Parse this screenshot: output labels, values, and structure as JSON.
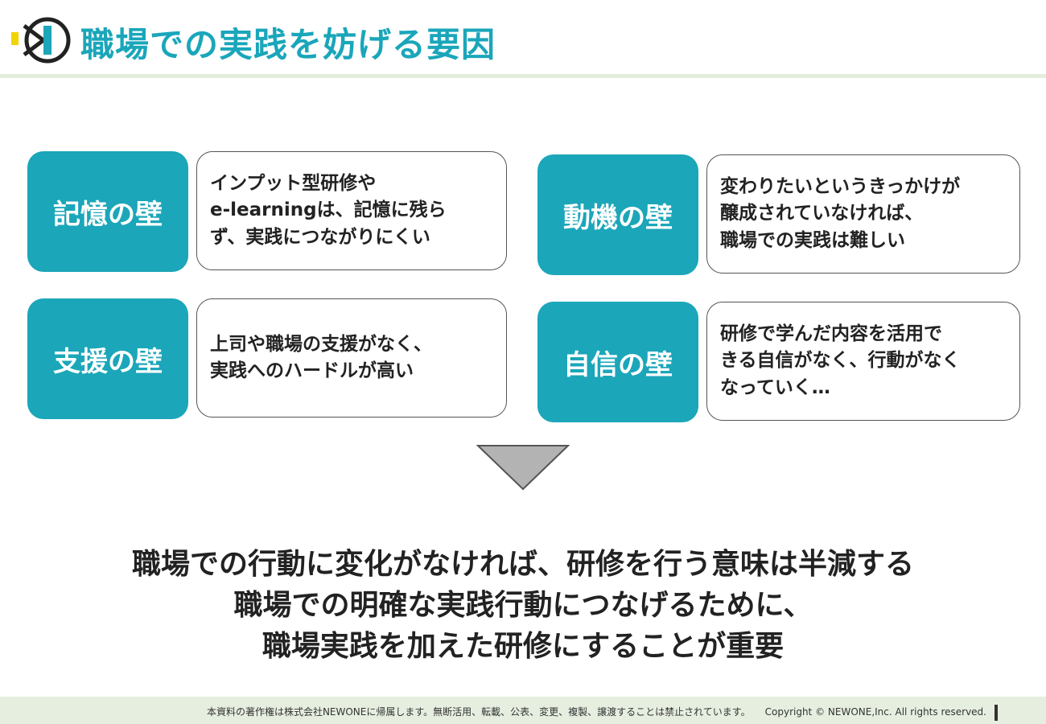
{
  "header": {
    "title": "職場での実践を妨げる要因"
  },
  "walls": [
    {
      "label": "記憶の壁",
      "text": "インプット型研修や\ne-learningは、記憶に残ら\nず、実践につながりにくい"
    },
    {
      "label": "動機の壁",
      "text": "変わりたいというきっかけが\n醸成されていなければ、\n職場での実践は難しい"
    },
    {
      "label": "支援の壁",
      "text": "上司や職場の支援がなく、\n実践へのハードルが高い"
    },
    {
      "label": "自信の壁",
      "text": "研修で学んだ内容を活用で\nきる自信がなく、行動がなく\nなっていく…"
    }
  ],
  "conclusion": {
    "line1": "職場での行動に変化がなければ、研修を行う意味は半減する",
    "line2": "職場での明確な実践行動につなげるために、",
    "line3": "職場実践を加えた研修にすることが重要"
  },
  "footer": {
    "notice": "本資料の著作権は株式会社NEWONEに帰属します。無断活用、転載、公表、変更、複製、譲渡することは禁止されています。",
    "copyright": "Copyright © NEWONE,Inc.  All rights reserved."
  },
  "colors": {
    "accent": "#1ba6b9",
    "footer_bg": "#e6eee0",
    "logo_yellow": "#f2d400"
  },
  "icons": {
    "logo": "newone-logo-icon",
    "arrow": "down-triangle-icon"
  }
}
